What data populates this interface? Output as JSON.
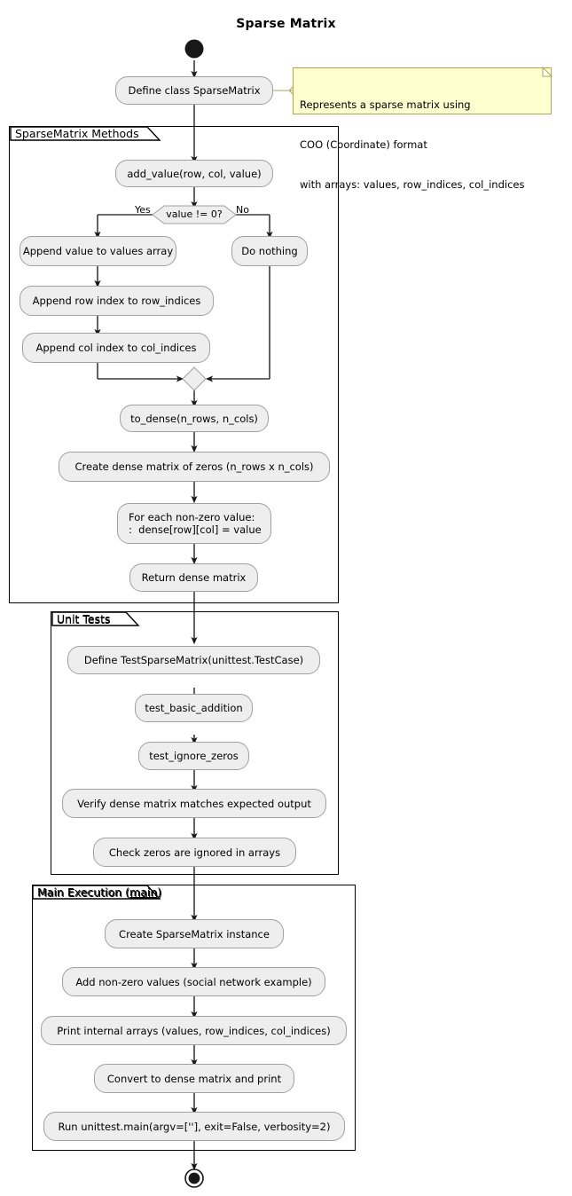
{
  "diagram": {
    "title": "Sparse Matrix",
    "type": "uml-activity-diagram"
  },
  "note": {
    "id": "note-sparsematrix",
    "lines": [
      "Represents a sparse matrix using",
      "COO (Coordinate) format",
      "with arrays: values, row_indices, col_indices"
    ],
    "fill": "#FEFECE",
    "border": "#A8A858"
  },
  "nodes": {
    "start": {
      "label": "",
      "shape": "initial-node"
    },
    "define_class": {
      "label": "Define class SparseMatrix"
    },
    "add_value": {
      "label": "add_value(row, col, value)"
    },
    "decision": {
      "label": "value != 0?",
      "shape": "decision"
    },
    "append_value": {
      "label": "Append value to values array"
    },
    "do_nothing": {
      "label": "Do nothing"
    },
    "append_row": {
      "label": "Append row index to row_indices"
    },
    "append_col": {
      "label": "Append col index to col_indices"
    },
    "merge": {
      "label": "",
      "shape": "merge-diamond"
    },
    "to_dense": {
      "label": "to_dense(n_rows, n_cols)"
    },
    "create_dense": {
      "label": "Create dense matrix of zeros (n_rows x n_cols)"
    },
    "for_each": {
      "line1": "For each non-zero value:",
      "line2": ":  dense[row][col] = value"
    },
    "return_dense": {
      "label": "Return dense matrix"
    },
    "define_test": {
      "label": "Define TestSparseMatrix(unittest.TestCase)"
    },
    "test_basic": {
      "label": "test_basic_addition"
    },
    "test_ignore": {
      "label": "test_ignore_zeros"
    },
    "verify_dense": {
      "label": "Verify dense matrix matches expected output"
    },
    "check_zeros": {
      "label": "Check zeros are ignored in arrays"
    },
    "create_instance": {
      "label": "Create SparseMatrix instance"
    },
    "add_nonzero": {
      "label": "Add non-zero values (social network example)"
    },
    "print_arrays": {
      "label": "Print internal arrays (values, row_indices, col_indices)"
    },
    "convert_dense": {
      "label": "Convert to dense matrix and print"
    },
    "run_unittest": {
      "label": "Run unittest.main(argv=[''], exit=False, verbosity=2)"
    },
    "end": {
      "label": "",
      "shape": "final-node"
    }
  },
  "edge_labels": {
    "yes": "Yes",
    "no": "No"
  },
  "frames": [
    {
      "id": "frame-methods",
      "label": "SparseMatrix Methods",
      "label_underlined": ""
    },
    {
      "id": "frame-unit-tests",
      "label": "Unit Tests",
      "label_underlined": ""
    },
    {
      "id": "frame-main",
      "label_prefix": "Main Execution (",
      "label_underlined": "main",
      "label_suffix": ")"
    }
  ],
  "colors": {
    "node_fill": "#EEEEEE",
    "node_border": "#A0A0A0",
    "frame_border": "#000000",
    "note_fill": "#FEFECE",
    "note_border": "#A8A858",
    "arrow": "#181818",
    "background": "#FFFFFF"
  }
}
